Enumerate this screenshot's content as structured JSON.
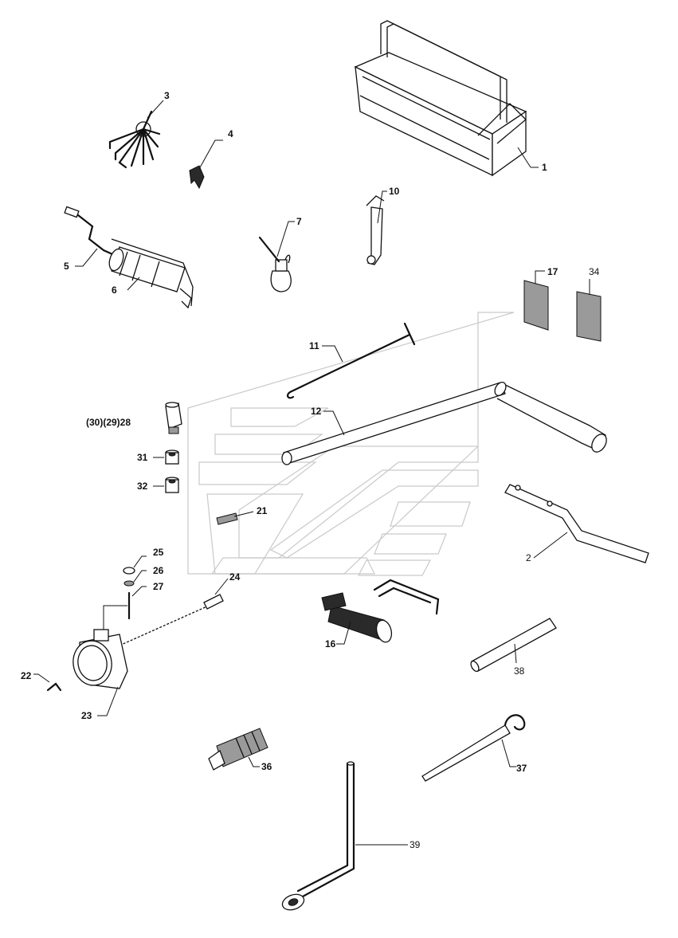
{
  "diagram": {
    "callouts": [
      {
        "id": "1",
        "text": "1"
      },
      {
        "id": "2",
        "text": "2"
      },
      {
        "id": "3",
        "text": "3"
      },
      {
        "id": "4",
        "text": "4"
      },
      {
        "id": "5",
        "text": "5"
      },
      {
        "id": "6",
        "text": "6"
      },
      {
        "id": "7",
        "text": "7"
      },
      {
        "id": "10",
        "text": "10"
      },
      {
        "id": "11",
        "text": "11"
      },
      {
        "id": "12",
        "text": "12"
      },
      {
        "id": "16",
        "text": "16"
      },
      {
        "id": "17",
        "text": "17"
      },
      {
        "id": "34",
        "text": "34"
      },
      {
        "id": "28",
        "text": "(30)(29)28"
      },
      {
        "id": "31",
        "text": "31"
      },
      {
        "id": "32",
        "text": "32"
      },
      {
        "id": "21",
        "text": "21"
      },
      {
        "id": "22",
        "text": "22"
      },
      {
        "id": "23",
        "text": "23"
      },
      {
        "id": "24",
        "text": "24"
      },
      {
        "id": "25",
        "text": "25"
      },
      {
        "id": "26",
        "text": "26"
      },
      {
        "id": "27",
        "text": "27"
      },
      {
        "id": "36",
        "text": "36"
      },
      {
        "id": "37",
        "text": "37"
      },
      {
        "id": "38",
        "text": "38"
      },
      {
        "id": "39",
        "text": "39"
      }
    ]
  }
}
